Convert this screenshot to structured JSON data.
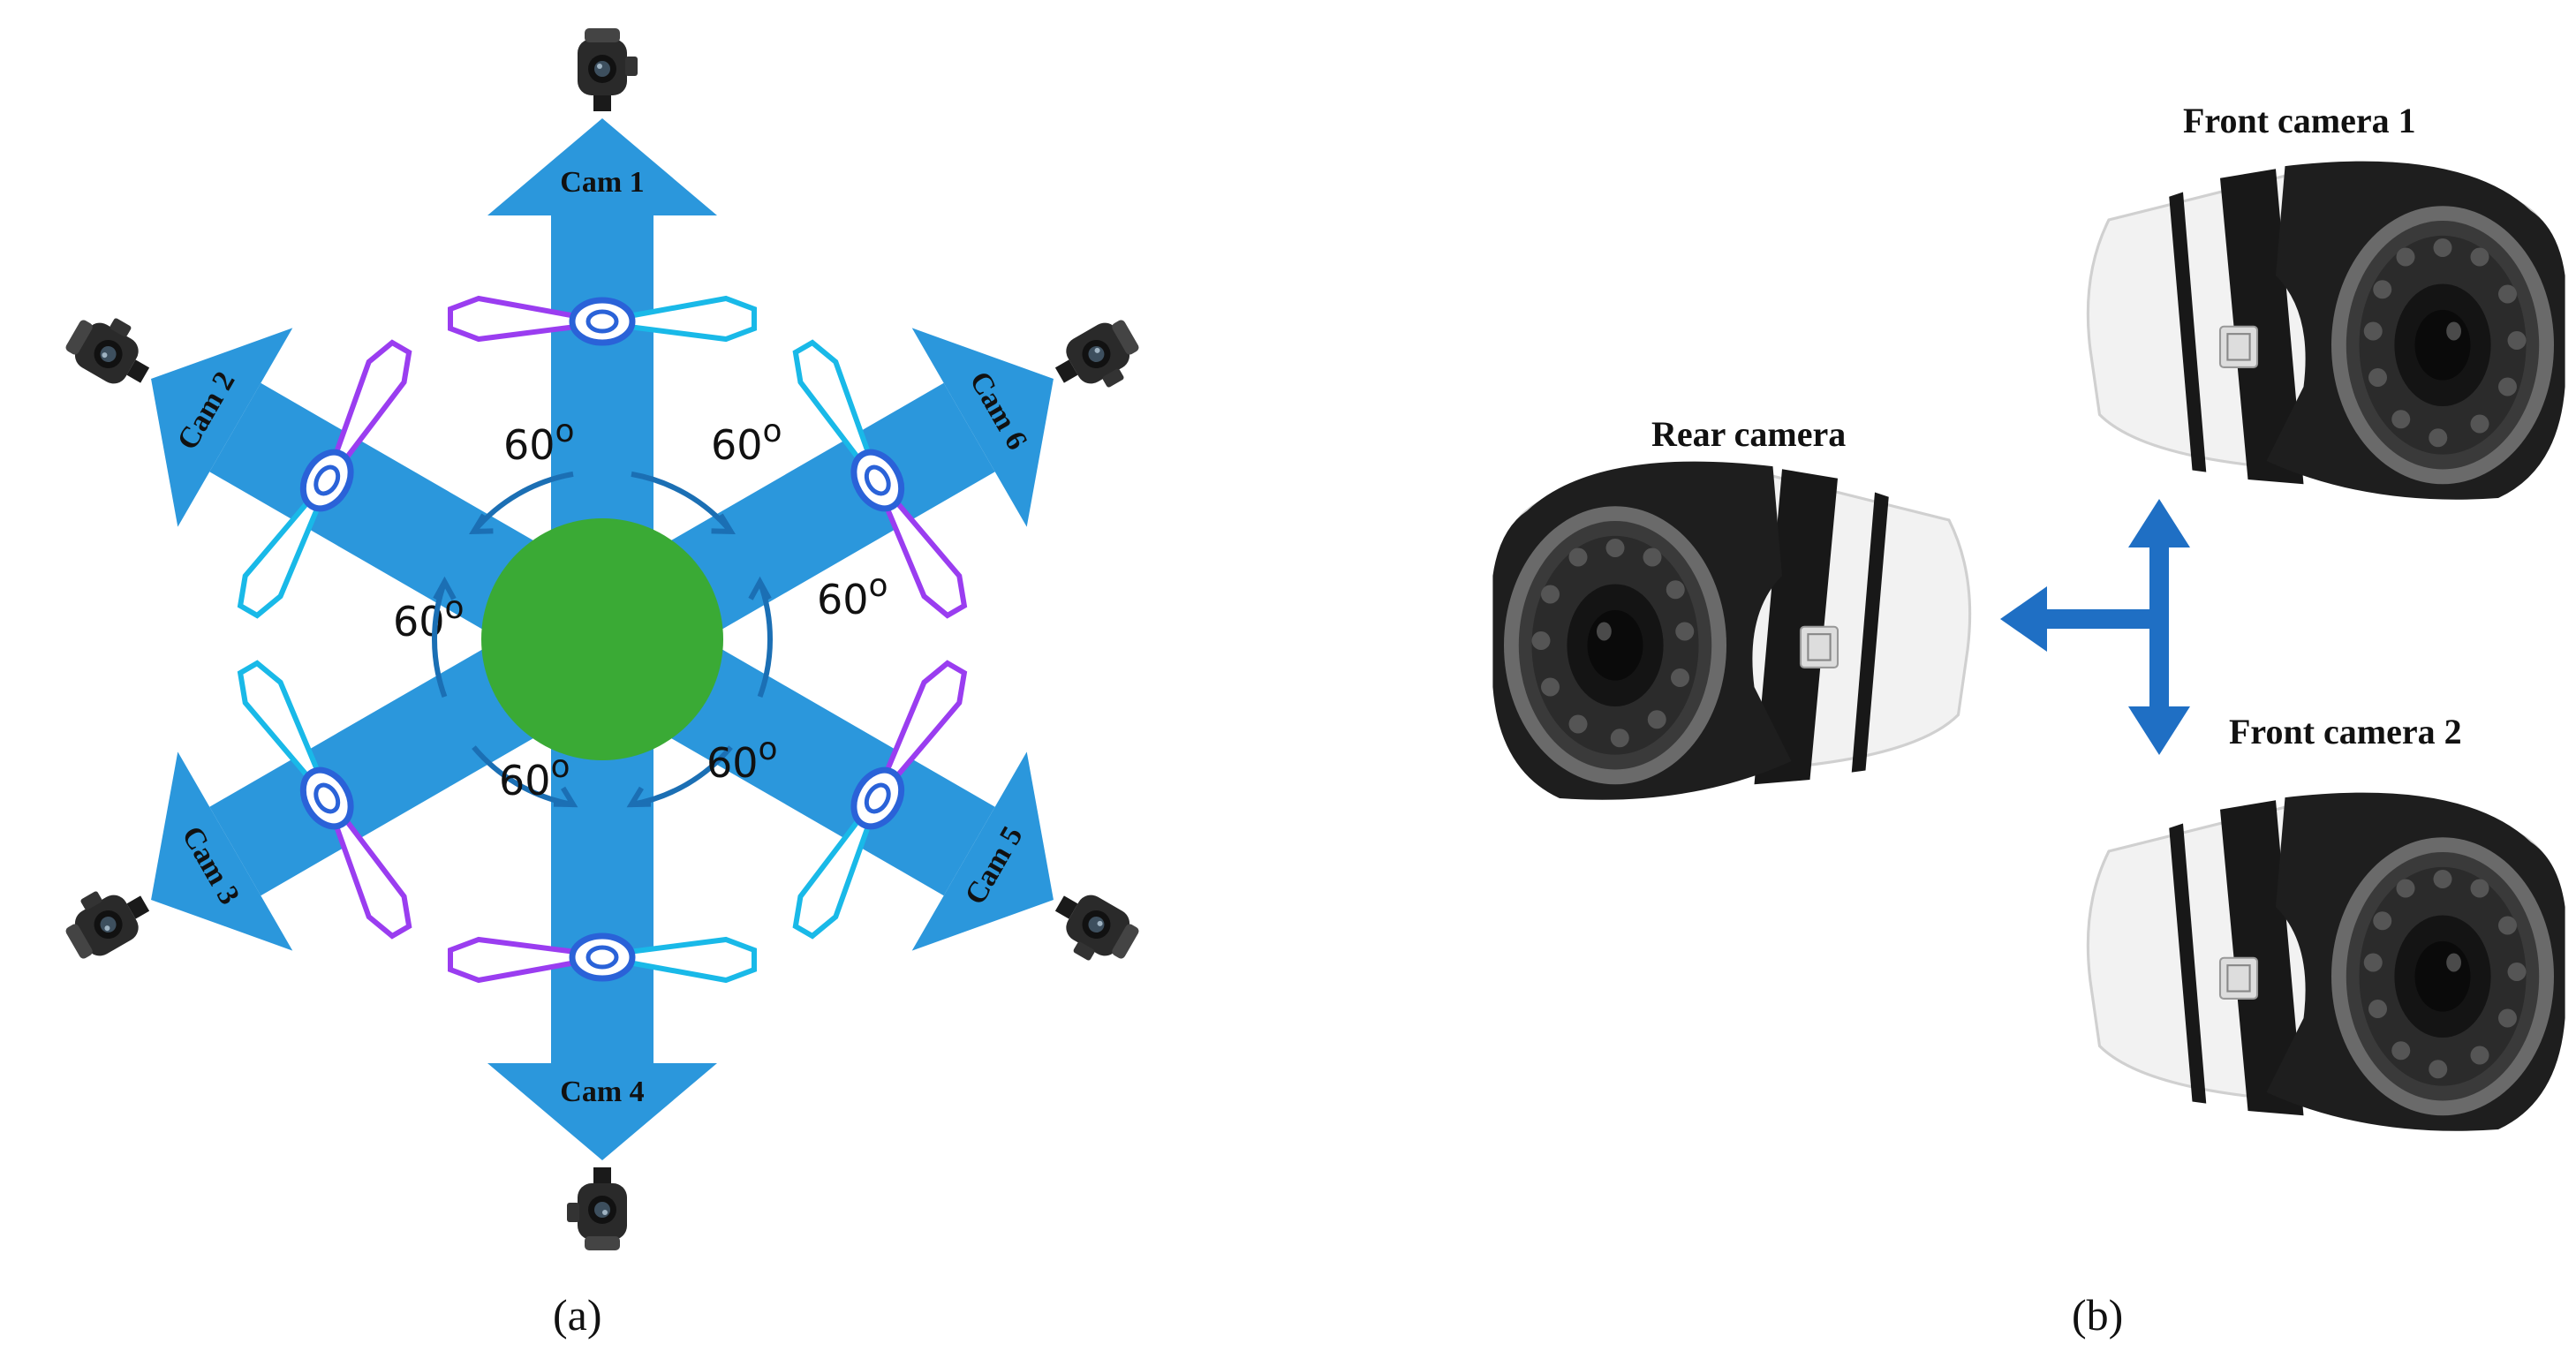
{
  "panel_a": {
    "caption": "(a)",
    "arms": [
      {
        "label": "Cam 1",
        "angle": 0
      },
      {
        "label": "Cam 2",
        "angle": -60
      },
      {
        "label": "Cam 3",
        "angle": -120
      },
      {
        "label": "Cam 4",
        "angle": 180
      },
      {
        "label": "Cam 5",
        "angle": 120
      },
      {
        "label": "Cam 6",
        "angle": 60
      }
    ],
    "angle_labels": [
      "60o",
      "60o",
      "60o",
      "60o",
      "60o",
      "60o"
    ],
    "angle_text": "60",
    "degree_sup": "o",
    "colors": {
      "arm": "#2b97dc",
      "hub": "#3aaa35",
      "angle_arrow": "#1b6fb4",
      "propeller_purple": "#9a3df0",
      "propeller_cyan": "#19b9e8"
    }
  },
  "panel_b": {
    "caption": "(b)",
    "rear_camera": "Rear camera",
    "front_camera_1": "Front camera 1",
    "front_camera_2": "Front camera 2",
    "colors": {
      "arrow": "#1f6fc4"
    }
  }
}
